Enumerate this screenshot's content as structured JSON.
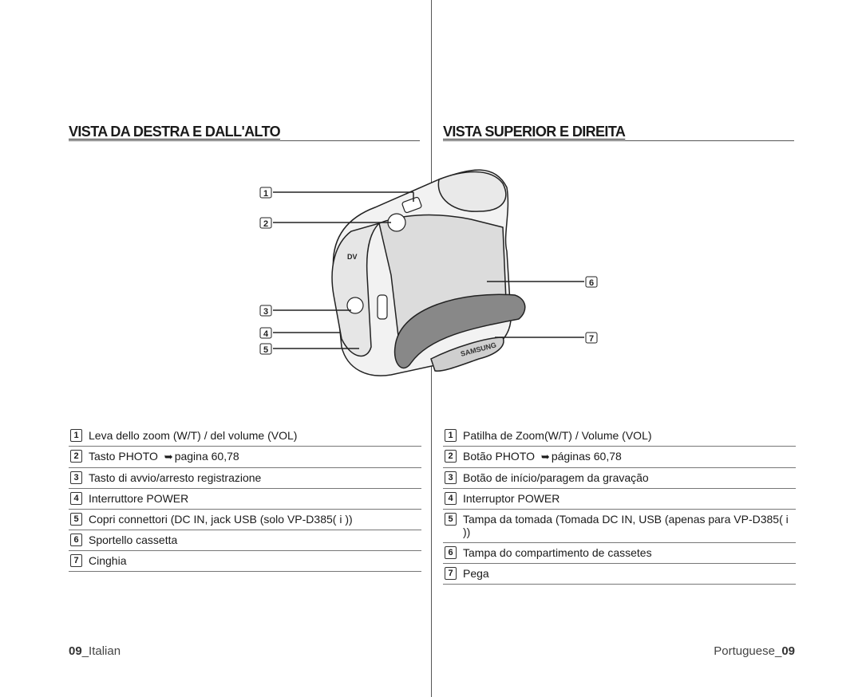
{
  "left": {
    "heading": "VISTA DA DESTRA E DALL'ALTO",
    "items": [
      {
        "num": "1",
        "text": "Leva dello zoom (W/T) / del volume (VOL)"
      },
      {
        "num": "2",
        "text": "Tasto PHOTO ",
        "ref": "pagina  60,78"
      },
      {
        "num": "3",
        "text": "Tasto di avvio/arresto registrazione"
      },
      {
        "num": "4",
        "text": "Interruttore POWER"
      },
      {
        "num": "5",
        "text": "Copri connettori (DC IN, jack USB (solo VP-D385( i ))"
      },
      {
        "num": "6",
        "text": "Sportello cassetta"
      },
      {
        "num": "7",
        "text": "Cinghia"
      }
    ],
    "footer_page": "09",
    "footer_lang": "_Italian"
  },
  "right": {
    "heading": "VISTA SUPERIOR E DIREITA",
    "items": [
      {
        "num": "1",
        "text": "Patilha de Zoom(W/T) / Volume (VOL)"
      },
      {
        "num": "2",
        "text": "Botão PHOTO ",
        "ref": "páginas 60,78"
      },
      {
        "num": "3",
        "text": "Botão de início/paragem da gravação"
      },
      {
        "num": "4",
        "text": "Interruptor POWER"
      },
      {
        "num": "5",
        "text": "Tampa da tomada (Tomada DC IN, USB (apenas para VP-D385( i ))"
      },
      {
        "num": "6",
        "text": "Tampa do compartimento de cassetes"
      },
      {
        "num": "7",
        "text": "Pega"
      }
    ],
    "footer_lang": "Portuguese_",
    "footer_page": "09"
  },
  "figure": {
    "callouts": [
      "1",
      "2",
      "3",
      "4",
      "5",
      "6",
      "7"
    ],
    "strap_brand": "SAMSUNG",
    "dv_logo": "DV"
  },
  "icons": {
    "reference_arrow": "arrow-right-icon"
  }
}
